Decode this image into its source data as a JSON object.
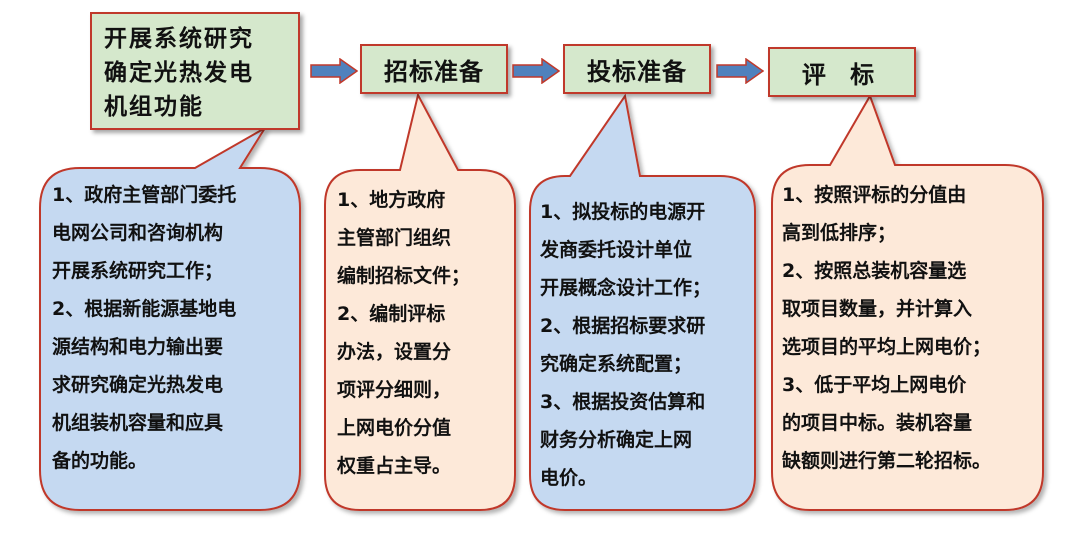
{
  "stages": [
    {
      "title_lines": [
        "开展系统研究",
        "确定光热发电",
        "机组功能"
      ]
    },
    {
      "title": "招标准备"
    },
    {
      "title": "投标准备"
    },
    {
      "title": "评 标"
    }
  ],
  "details": [
    {
      "lines": [
        "1、政府主管部门委托",
        "电网公司和咨询机构",
        "开展系统研究工作；",
        "2、根据新能源基地电",
        "源结构和电力输出要",
        "求研究确定光热发电",
        "机组装机容量和应具",
        "备的功能。"
      ]
    },
    {
      "lines": [
        "1、地方政府",
        "主管部门组织",
        "编制招标文件；",
        "2、编制评标",
        "办法，设置分",
        "项评分细则，",
        "上网电价分值",
        "权重占主导。"
      ]
    },
    {
      "lines": [
        "1、拟投标的电源开",
        "发商委托设计单位",
        "开展概念设计工作；",
        "2、根据招标要求研",
        "究确定系统配置；",
        "3、根据投资估算和",
        "财务分析确定上网",
        "电价。"
      ]
    },
    {
      "lines": [
        "1、按照评标的分值由",
        "高到低排序；",
        "2、按照总装机容量选",
        "取项目数量，并计算入",
        "选项目的平均上网电价；",
        "3、低于平均上网电价",
        "的项目中标。装机容量",
        "缺额则进行第二轮招标。"
      ]
    }
  ],
  "colors": {
    "stage_fill": "#d5e8cc",
    "border": "#c0392b",
    "arrow": "#4f81bd",
    "blue_bubble": "#c5d9f1",
    "peach_bubble": "#fde9d9"
  }
}
